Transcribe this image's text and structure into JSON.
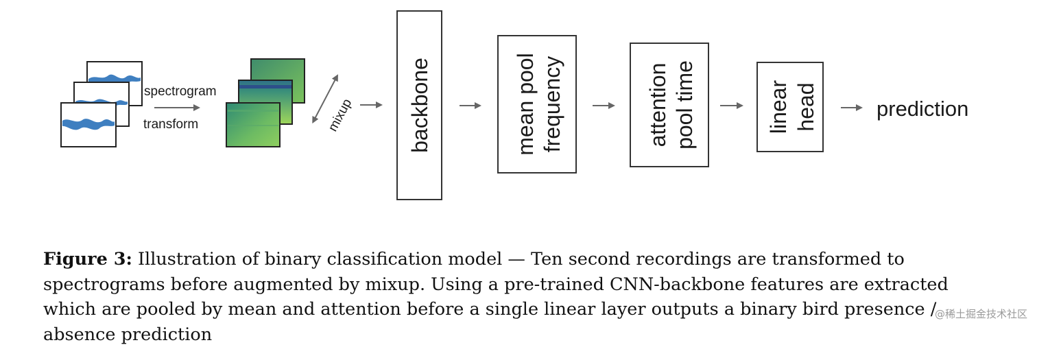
{
  "diagram": {
    "input_label_top": "spectrogram",
    "input_label_bottom": "transform",
    "augment_label": "mixup",
    "blocks": [
      {
        "id": "backbone",
        "lines": [
          "backbone"
        ]
      },
      {
        "id": "mean-pool",
        "lines": [
          "mean pool",
          "frequency"
        ]
      },
      {
        "id": "attention",
        "lines": [
          "attention",
          "pool time"
        ]
      },
      {
        "id": "linear-head",
        "lines": [
          "linear",
          "head"
        ]
      }
    ],
    "output_label": "prediction"
  },
  "caption": {
    "label": "Figure 3:",
    "text": " Illustration of binary classification model — Ten second recordings are transformed to spectrograms before augmented by mixup. Using a pre-trained CNN-backbone features are extracted which are pooled by mean and attention before a single linear layer outputs a binary bird presence / absence prediction"
  },
  "watermark": "@稀土掘金技术社区",
  "colors": {
    "waveform": "#3f7fc0",
    "spectrogram_dark": "#3d8a6a",
    "spectrogram_light": "#a7d95a",
    "arrow": "#666666"
  }
}
